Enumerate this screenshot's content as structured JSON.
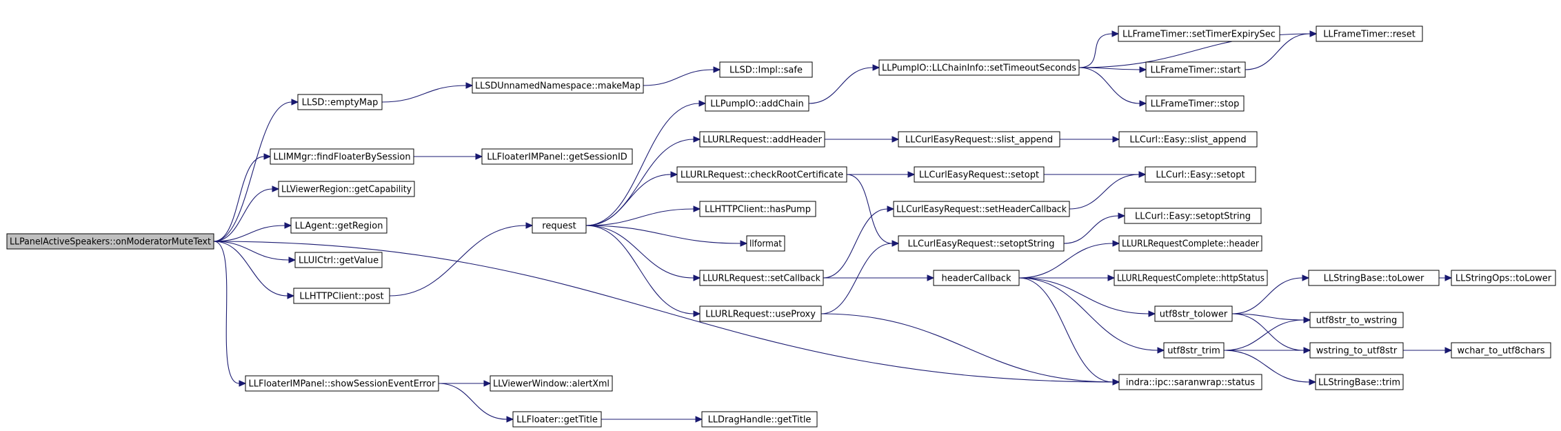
{
  "diagram": {
    "type": "call-graph",
    "colors": {
      "edge": "#191970",
      "node_border": "#000000",
      "node_fill": "#ffffff",
      "root_fill": "#bfbfbf"
    },
    "nodes": [
      {
        "id": "root",
        "label": "LLPanelActiveSpeakers::onModeratorMuteText",
        "root": true
      },
      {
        "id": "emptyMap",
        "label": "LLSD::emptyMap"
      },
      {
        "id": "makeMap",
        "label": "LLSDUnnamedNamespace::makeMap"
      },
      {
        "id": "implSafe",
        "label": "LLSD::Impl::safe"
      },
      {
        "id": "findFloater",
        "label": "LLIMMgr::findFloaterBySession"
      },
      {
        "id": "getSessionID",
        "label": "LLFloaterIMPanel::getSessionID"
      },
      {
        "id": "getCapability",
        "label": "LLViewerRegion::getCapability"
      },
      {
        "id": "getRegion",
        "label": "LLAgent::getRegion"
      },
      {
        "id": "getValue",
        "label": "LLUICtrl::getValue"
      },
      {
        "id": "post",
        "label": "LLHTTPClient::post"
      },
      {
        "id": "request",
        "label": "request"
      },
      {
        "id": "addChain",
        "label": "LLPumpIO::addChain"
      },
      {
        "id": "setTimeout",
        "label": "LLPumpIO::LLChainInfo::setTimeoutSeconds"
      },
      {
        "id": "setTimerExpiry",
        "label": "LLFrameTimer::setTimerExpirySec"
      },
      {
        "id": "timerReset",
        "label": "LLFrameTimer::reset"
      },
      {
        "id": "timerStart",
        "label": "LLFrameTimer::start"
      },
      {
        "id": "timerStop",
        "label": "LLFrameTimer::stop"
      },
      {
        "id": "addHeader",
        "label": "LLURLRequest::addHeader"
      },
      {
        "id": "slistAppend",
        "label": "LLCurlEasyRequest::slist_append"
      },
      {
        "id": "easySlistAppend",
        "label": "LLCurl::Easy::slist_append"
      },
      {
        "id": "checkRootCert",
        "label": "LLURLRequest::checkRootCertificate"
      },
      {
        "id": "curlSetopt",
        "label": "LLCurlEasyRequest::setopt"
      },
      {
        "id": "easySetopt",
        "label": "LLCurl::Easy::setopt"
      },
      {
        "id": "hasPump",
        "label": "LLHTTPClient::hasPump"
      },
      {
        "id": "setHeaderCb",
        "label": "LLCurlEasyRequest::setHeaderCallback"
      },
      {
        "id": "easySetoptString",
        "label": "LLCurl::Easy::setoptString"
      },
      {
        "id": "llformat",
        "label": "llformat"
      },
      {
        "id": "setoptString",
        "label": "LLCurlEasyRequest::setoptString"
      },
      {
        "id": "urcHeader",
        "label": "LLURLRequestComplete::header"
      },
      {
        "id": "setCallback",
        "label": "LLURLRequest::setCallback"
      },
      {
        "id": "headerCallback",
        "label": "headerCallback"
      },
      {
        "id": "httpStatus",
        "label": "LLURLRequestComplete::httpStatus"
      },
      {
        "id": "toLower",
        "label": "LLStringBase::toLower"
      },
      {
        "id": "opsToLower",
        "label": "LLStringOps::toLower"
      },
      {
        "id": "useProxy",
        "label": "LLURLRequest::useProxy"
      },
      {
        "id": "utf8Tolower",
        "label": "utf8str_tolower"
      },
      {
        "id": "utf8ToWstring",
        "label": "utf8str_to_wstring"
      },
      {
        "id": "utf8Trim",
        "label": "utf8str_trim"
      },
      {
        "id": "wstringToUtf8",
        "label": "wstring_to_utf8str"
      },
      {
        "id": "wcharToUtf8",
        "label": "wchar_to_utf8chars"
      },
      {
        "id": "saranwrap",
        "label": "indra::ipc::saranwrap::status"
      },
      {
        "id": "stringTrim",
        "label": "LLStringBase::trim"
      },
      {
        "id": "showSessionErr",
        "label": "LLFloaterIMPanel::showSessionEventError"
      },
      {
        "id": "alertXml",
        "label": "LLViewerWindow::alertXml"
      },
      {
        "id": "getTitle",
        "label": "LLFloater::getTitle"
      },
      {
        "id": "dragGetTitle",
        "label": "LLDragHandle::getTitle"
      }
    ],
    "edges": [
      [
        "root",
        "emptyMap"
      ],
      [
        "root",
        "findFloater"
      ],
      [
        "root",
        "getCapability"
      ],
      [
        "root",
        "getRegion"
      ],
      [
        "root",
        "getValue"
      ],
      [
        "root",
        "post"
      ],
      [
        "root",
        "saranwrap"
      ],
      [
        "root",
        "showSessionErr"
      ],
      [
        "emptyMap",
        "makeMap"
      ],
      [
        "makeMap",
        "implSafe"
      ],
      [
        "findFloater",
        "getSessionID"
      ],
      [
        "post",
        "request"
      ],
      [
        "request",
        "addChain"
      ],
      [
        "request",
        "addHeader"
      ],
      [
        "request",
        "checkRootCert"
      ],
      [
        "request",
        "hasPump"
      ],
      [
        "request",
        "llformat"
      ],
      [
        "request",
        "setCallback"
      ],
      [
        "request",
        "useProxy"
      ],
      [
        "addChain",
        "setTimeout"
      ],
      [
        "setTimeout",
        "setTimerExpiry"
      ],
      [
        "setTimeout",
        "timerReset"
      ],
      [
        "setTimeout",
        "timerStart"
      ],
      [
        "setTimeout",
        "timerStop"
      ],
      [
        "timerStart",
        "timerReset"
      ],
      [
        "addHeader",
        "slistAppend"
      ],
      [
        "slistAppend",
        "easySlistAppend"
      ],
      [
        "checkRootCert",
        "curlSetopt"
      ],
      [
        "checkRootCert",
        "setoptString"
      ],
      [
        "curlSetopt",
        "easySetopt"
      ],
      [
        "setCallback",
        "setHeaderCb"
      ],
      [
        "setCallback",
        "headerCallback"
      ],
      [
        "setHeaderCb",
        "easySetopt"
      ],
      [
        "useProxy",
        "setoptString"
      ],
      [
        "useProxy",
        "saranwrap"
      ],
      [
        "setoptString",
        "easySetoptString"
      ],
      [
        "headerCallback",
        "urcHeader"
      ],
      [
        "headerCallback",
        "httpStatus"
      ],
      [
        "headerCallback",
        "utf8Tolower"
      ],
      [
        "headerCallback",
        "utf8Trim"
      ],
      [
        "headerCallback",
        "saranwrap"
      ],
      [
        "utf8Tolower",
        "toLower"
      ],
      [
        "utf8Tolower",
        "utf8ToWstring"
      ],
      [
        "utf8Tolower",
        "wstringToUtf8"
      ],
      [
        "toLower",
        "opsToLower"
      ],
      [
        "utf8Trim",
        "utf8ToWstring"
      ],
      [
        "utf8Trim",
        "wstringToUtf8"
      ],
      [
        "utf8Trim",
        "stringTrim"
      ],
      [
        "wstringToUtf8",
        "wcharToUtf8"
      ],
      [
        "showSessionErr",
        "alertXml"
      ],
      [
        "showSessionErr",
        "getTitle"
      ],
      [
        "getTitle",
        "dragGetTitle"
      ]
    ]
  }
}
